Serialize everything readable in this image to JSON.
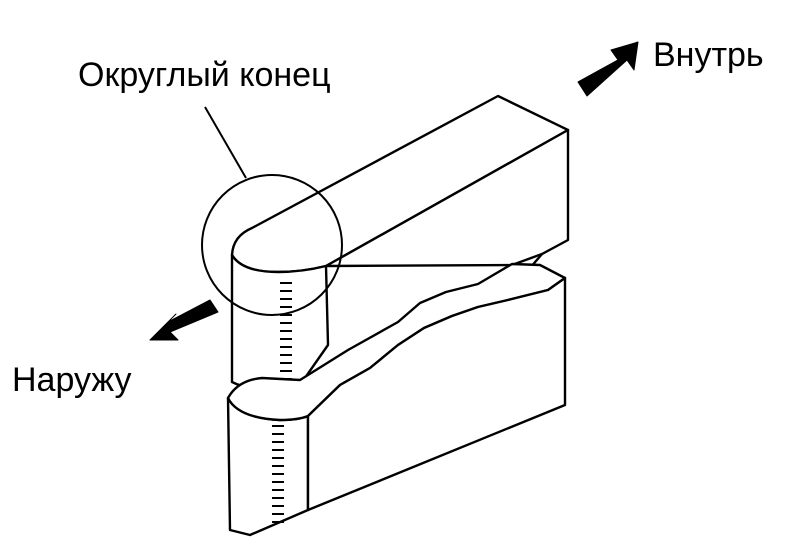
{
  "labels": {
    "rounded_end": "Округлый конец",
    "inward": "Внутрь",
    "outward": "Наружу"
  },
  "icons": {
    "inward_arrow": "arrow-up-right-icon",
    "outward_arrow": "arrow-down-left-icon"
  },
  "colors": {
    "line": "#000000",
    "background": "#ffffff"
  }
}
